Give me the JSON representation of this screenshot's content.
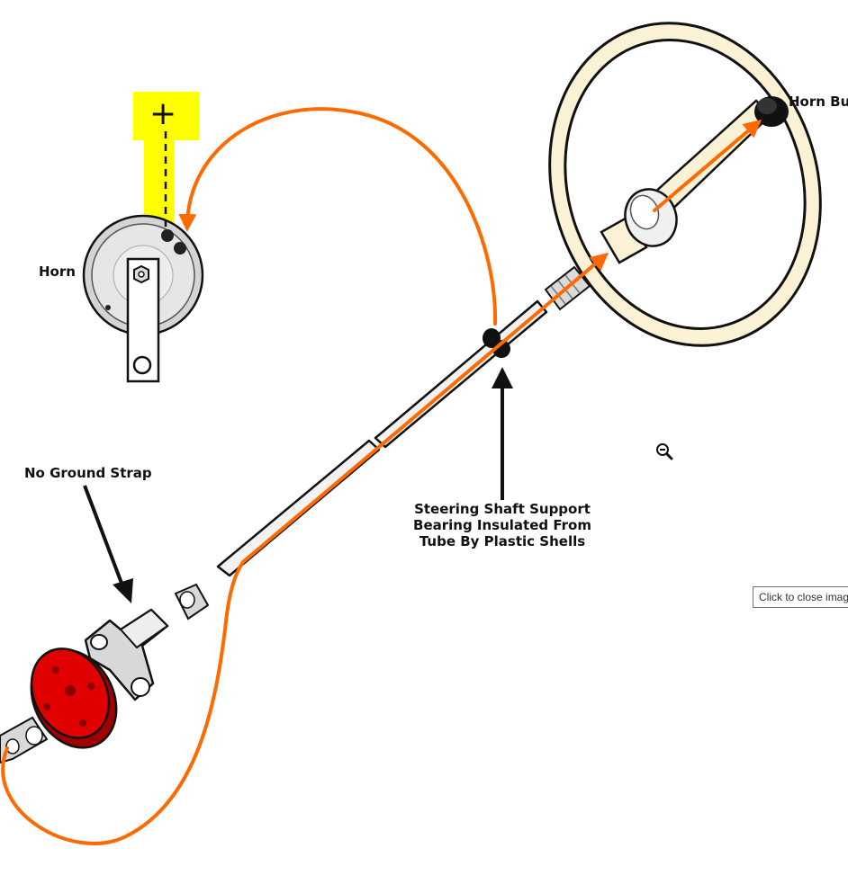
{
  "labels": {
    "horn": "Horn",
    "horn_button": "Horn Bu",
    "no_ground_strap": "No Ground Strap",
    "bearing_line1": "Steering Shaft Support",
    "bearing_line2": "Bearing Insulated From",
    "bearing_line3": "Tube By Plastic Shells",
    "plus_sign": "+"
  },
  "ui": {
    "tooltip": "Click to close imag",
    "zoom_icon": "zoom-out-magnifier"
  },
  "colors": {
    "wire_orange": "#ff6a00",
    "highlight_yellow": "#ffff00",
    "wheel_cream": "#fbf2d6",
    "coupler_red": "#e00000",
    "metal_gray": "#c8c8c8"
  }
}
